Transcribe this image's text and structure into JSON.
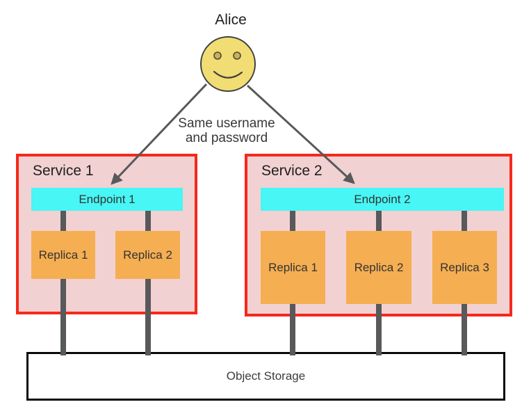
{
  "actor": {
    "name": "Alice"
  },
  "annotation": {
    "line1": "Same username",
    "line2": "and password"
  },
  "services": [
    {
      "name": "Service 1",
      "endpoint": {
        "label": "Endpoint 1"
      },
      "replicas": [
        {
          "label": "Replica 1"
        },
        {
          "label": "Replica 2"
        }
      ]
    },
    {
      "name": "Service 2",
      "endpoint": {
        "label": "Endpoint 2"
      },
      "replicas": [
        {
          "label": "Replica 1"
        },
        {
          "label": "Replica 2"
        },
        {
          "label": "Replica 3"
        }
      ]
    }
  ],
  "storage": {
    "label": "Object Storage"
  },
  "colors": {
    "service_fill": "#f2d1d2",
    "service_border": "#f5291b",
    "endpoint_fill": "#47f6f5",
    "replica_fill": "#f5ae52",
    "connector": "#57595b",
    "arrow": "#57595b",
    "face_fill": "#f2dd74",
    "face_stroke": "#414141",
    "eye_fill": "#c8b158",
    "eye_stroke": "#4e4a37",
    "storage_border": "#0a0a0a",
    "text_dark": "#1e1e1e",
    "text_mid": "#333333"
  }
}
